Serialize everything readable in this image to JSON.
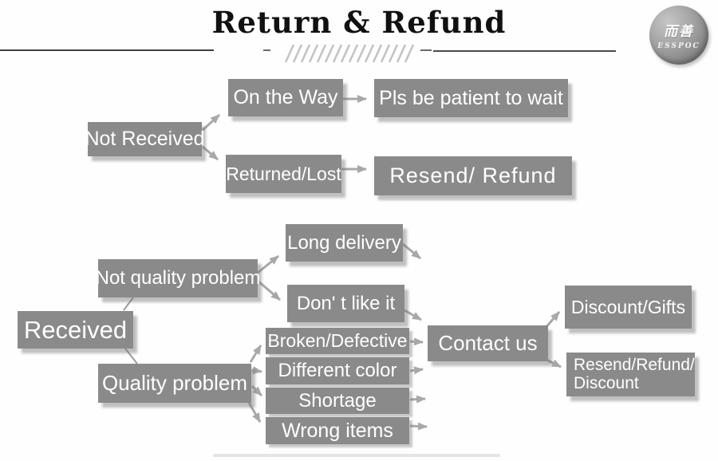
{
  "header": {
    "title": "Return & Refund",
    "logo": {
      "cn": "而善",
      "en": "ESSPOC"
    }
  },
  "colors": {
    "node_bg": "#8a8a8a",
    "node_text": "#ffffff",
    "arrow": "#a8a8a8",
    "title_text": "#111111"
  },
  "nodes": {
    "not_received": {
      "label": "Not Received"
    },
    "on_the_way": {
      "label": "On the Way"
    },
    "pls_patient": {
      "label": "Pls be patient to wait"
    },
    "returned_lost": {
      "label": "Returned/Lost"
    },
    "resend_refund": {
      "label": "Resend/ Refund"
    },
    "received": {
      "label": "Received"
    },
    "not_quality_problem": {
      "label": "Not quality problem"
    },
    "long_delivery": {
      "label": "Long delivery"
    },
    "dont_like_it": {
      "label": "Don' t like it"
    },
    "quality_problem": {
      "label": "Quality problem"
    },
    "broken_defective": {
      "label": "Broken/Defective"
    },
    "different_color": {
      "label": "Different color"
    },
    "shortage": {
      "label": "Shortage"
    },
    "wrong_items": {
      "label": "Wrong items"
    },
    "contact_us": {
      "label": "Contact us"
    },
    "discount_gifts": {
      "label": "Discount/Gifts"
    },
    "resend_refund_discount": {
      "line1": "Resend/Refund/",
      "line2": "Discount"
    }
  }
}
